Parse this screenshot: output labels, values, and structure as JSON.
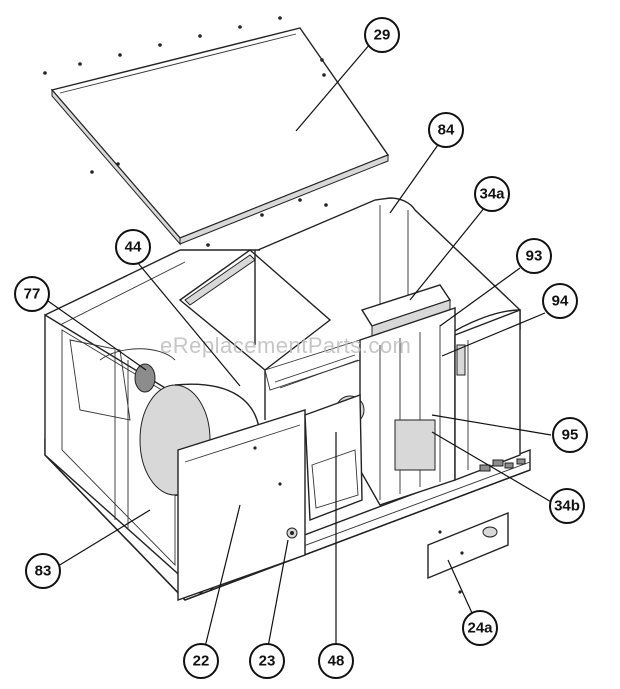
{
  "diagram": {
    "watermark": "eReplacementParts.com",
    "callouts": [
      {
        "id": "29",
        "label": "29"
      },
      {
        "id": "84",
        "label": "84"
      },
      {
        "id": "34a",
        "label": "34a"
      },
      {
        "id": "44",
        "label": "44"
      },
      {
        "id": "93",
        "label": "93"
      },
      {
        "id": "77",
        "label": "77"
      },
      {
        "id": "94",
        "label": "94"
      },
      {
        "id": "95",
        "label": "95"
      },
      {
        "id": "34b",
        "label": "34b"
      },
      {
        "id": "83",
        "label": "83"
      },
      {
        "id": "24a",
        "label": "24a"
      },
      {
        "id": "22",
        "label": "22"
      },
      {
        "id": "23",
        "label": "23"
      },
      {
        "id": "48",
        "label": "48"
      }
    ]
  }
}
